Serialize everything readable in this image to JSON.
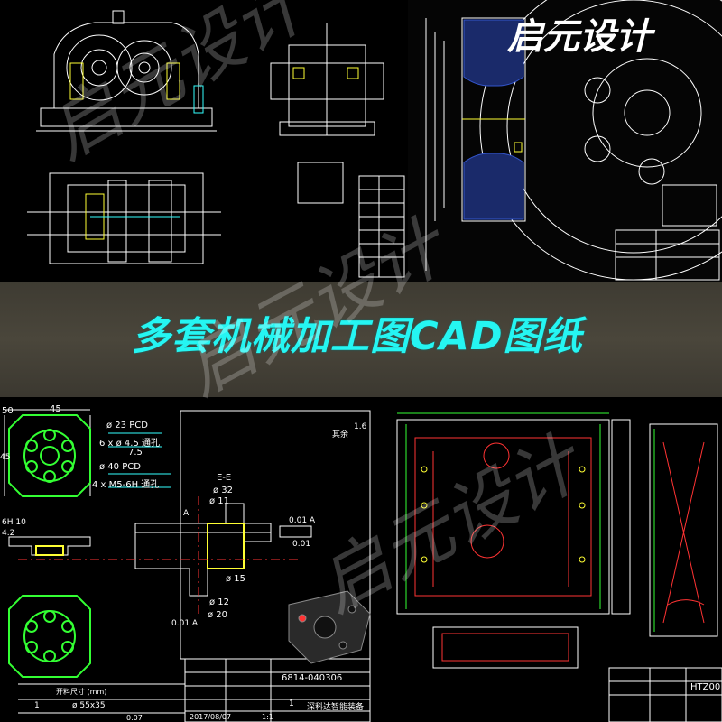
{
  "brand": {
    "name": "启元设计"
  },
  "banner": {
    "title": "多套机械加工图CAD图纸"
  },
  "watermark": {
    "text": "启元设计"
  },
  "drawing_labels": {
    "dim_50": "50",
    "dim_45": "45",
    "dim_45_side": "45",
    "pcd_23": "ø 23 PCD",
    "holes_6x45": "6 x ø 4.5 通孔",
    "depth_75": "7.5",
    "pcd_40": "ø 40 PCD",
    "thread_m5": "4 x M5-6H 通孔",
    "section_ee": "E-E",
    "dia_32": "ø 32",
    "dia_11": "ø 11",
    "tol_001_a": "0.01 A",
    "tol_001": "0.01",
    "dia_15": "ø 15",
    "dia_12": "ø 12",
    "dia_20": "ø 20",
    "datum_a": "A",
    "tol_bottom": "0.01 A",
    "thread_6h": "6H 10",
    "dim_42": "4.2",
    "rough_16": "1.6",
    "other": "其余",
    "part_no": "6814-040306",
    "blank_size": "开料尺寸 (mm)",
    "blank_dims": "ø 55x35",
    "row_no": "1",
    "qty": "1",
    "date": "2017/08/07",
    "scale": "1:1",
    "company": "深科达智能装备",
    "weight": "0.07",
    "code": "HTZ00"
  },
  "colors": {
    "banner_text": "#25f5f2",
    "drawing_green": "#33ff33",
    "drawing_yellow": "#ffff33",
    "drawing_cyan": "#33ffff",
    "drawing_red": "#ff3333",
    "drawing_white": "#ffffff"
  }
}
